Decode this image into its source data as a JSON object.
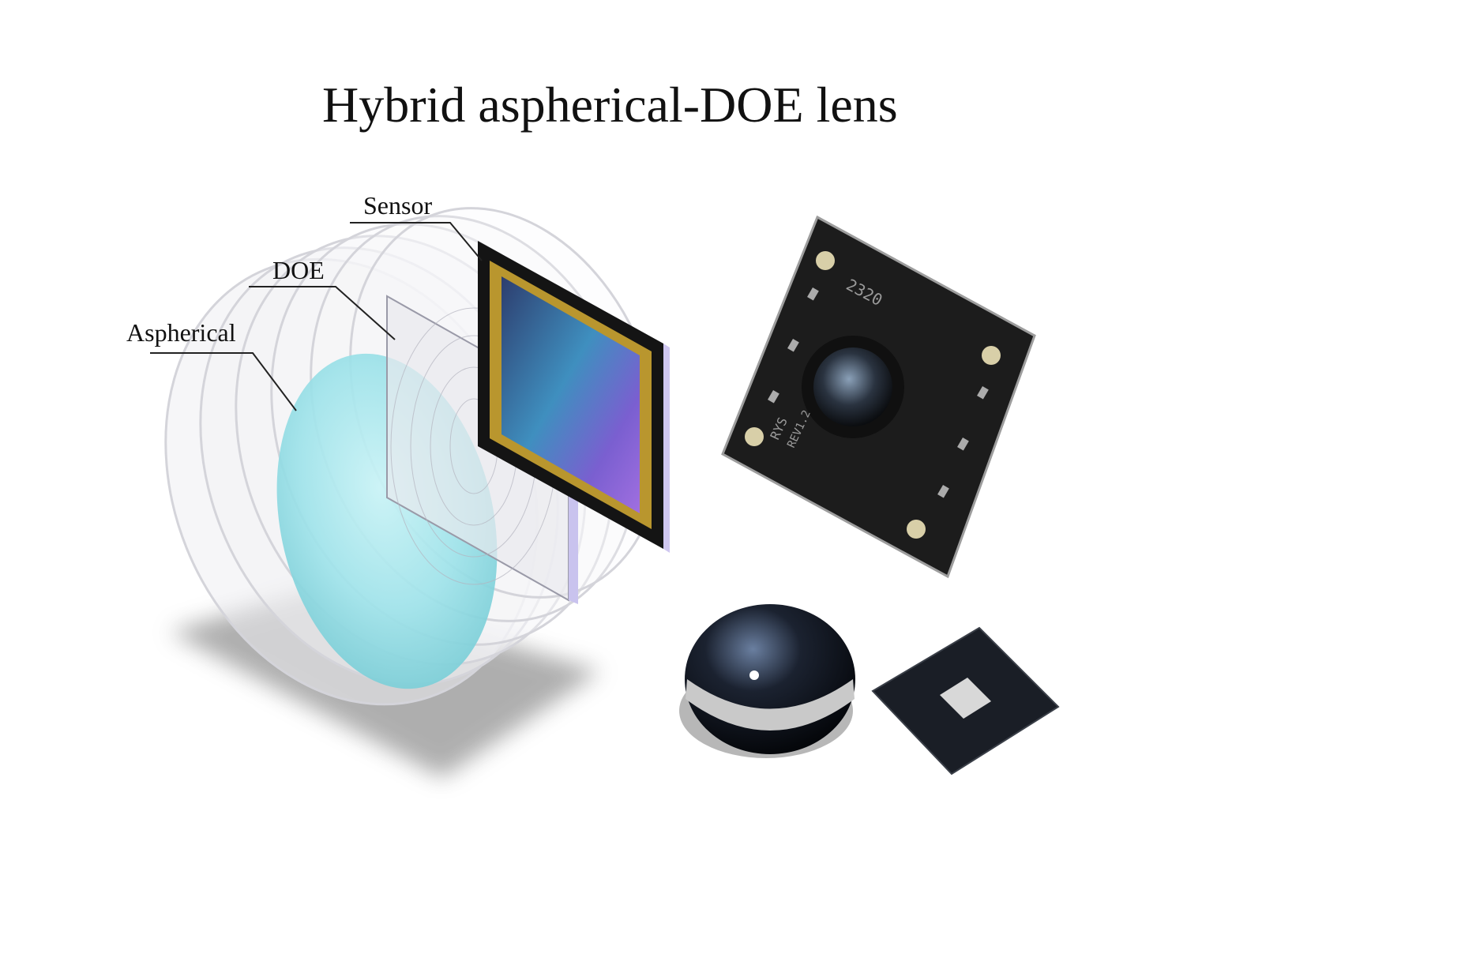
{
  "figure": {
    "title": "Hybrid aspherical-DOE lens",
    "labels": {
      "sensor": "Sensor",
      "doe": "DOE",
      "aspherical": "Aspherical"
    }
  },
  "colors": {
    "aspherical_lens": "#9fe3ea",
    "lens_housing": "#e6e6ea",
    "pcb": "#1c1c1c",
    "sensor_die": "#4a8ad8",
    "background": "#ffffff"
  },
  "pcb_silkscreen": {
    "board_text_top": "2320",
    "board_text_side": "RYS",
    "board_text_rev": "REV1.2"
  }
}
